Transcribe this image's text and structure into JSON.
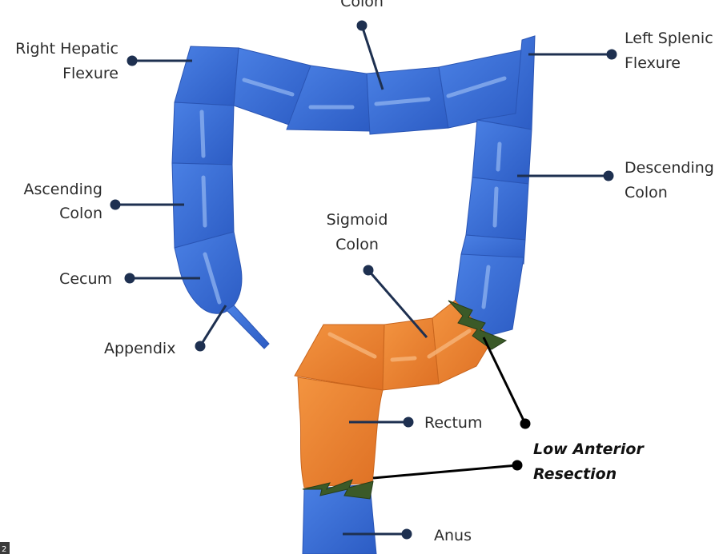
{
  "colors": {
    "colon_blue": "#3b6fd6",
    "colon_blue_dark": "#2350b0",
    "resected_orange": "#ec7f2c",
    "resected_orange_dark": "#c9651d",
    "staple_green": "#3b5a28",
    "leader_line": "#1e3050",
    "text": "#2c2c2c"
  },
  "labels": {
    "transverse_colon_partial": "Colon",
    "right_hepatic_flexure": [
      "Right Hepatic",
      "Flexure"
    ],
    "left_splenic_flexure": [
      "Left Splenic",
      "Flexure"
    ],
    "ascending_colon": [
      "Ascending",
      "Colon"
    ],
    "descending_colon": [
      "Descending",
      "Colon"
    ],
    "sigmoid_colon": [
      "Sigmoid",
      "Colon"
    ],
    "cecum": "Cecum",
    "appendix": "Appendix",
    "rectum": "Rectum",
    "low_anterior_resection": [
      "Low Anterior",
      "Resection"
    ],
    "anus": "Anus",
    "corner_mark": "2"
  }
}
